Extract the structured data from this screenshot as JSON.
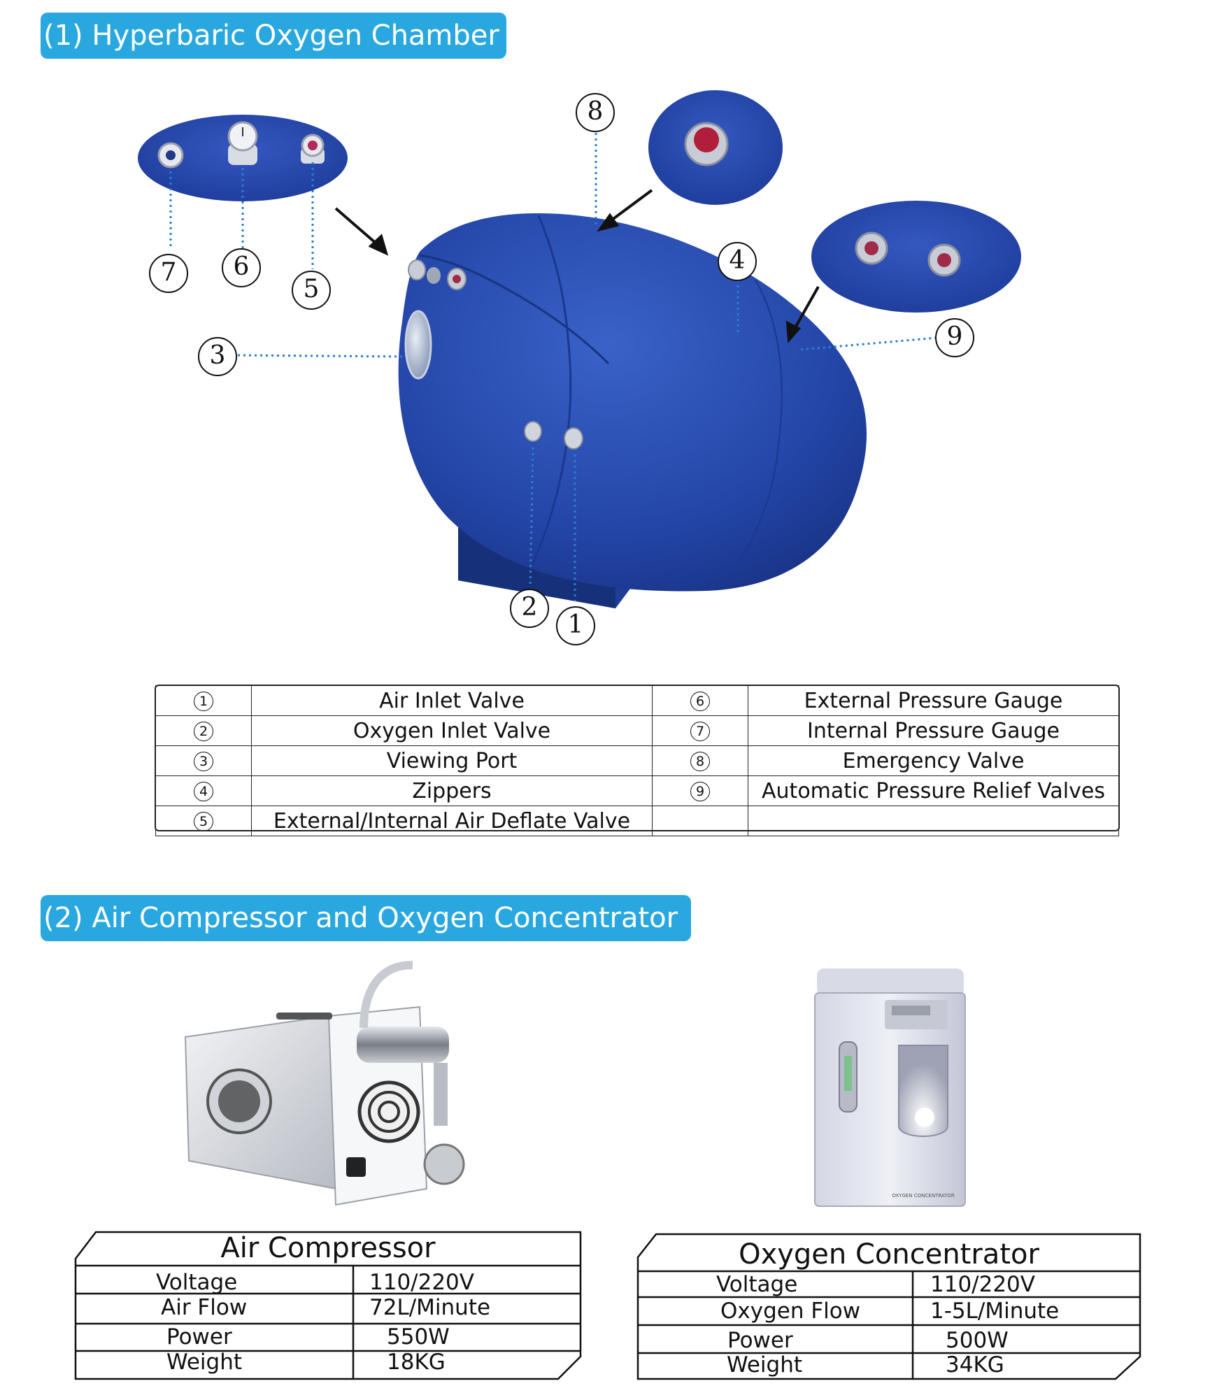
{
  "sections": {
    "chamber_title": "(1) Hyperbaric Oxygen Chamber",
    "equipment_title": "(2) Air Compressor and Oxygen Concentrator"
  },
  "callouts": {
    "c1": "1",
    "c2": "2",
    "c3": "3",
    "c4": "4",
    "c5": "5",
    "c6": "6",
    "c7": "7",
    "c8": "8",
    "c9": "9"
  },
  "legend": {
    "rows": [
      {
        "left_num": "1",
        "left_label": "Air Inlet Valve",
        "right_num": "6",
        "right_label": "External Pressure Gauge"
      },
      {
        "left_num": "2",
        "left_label": "Oxygen Inlet Valve",
        "right_num": "7",
        "right_label": "Internal Pressure Gauge"
      },
      {
        "left_num": "3",
        "left_label": "Viewing Port",
        "right_num": "8",
        "right_label": "Emergency Valve"
      },
      {
        "left_num": "4",
        "left_label": "Zippers",
        "right_num": "9",
        "right_label": "Automatic Pressure Relief Valves"
      },
      {
        "left_num": "5",
        "left_label": "External/Internal Air Deflate Valve",
        "right_num": "",
        "right_label": ""
      }
    ]
  },
  "air_compressor": {
    "title": "Air Compressor",
    "rows": [
      {
        "label": "Voltage",
        "value": "110/220V"
      },
      {
        "label": "Air Flow",
        "value": "72L/Minute"
      },
      {
        "label": "Power",
        "value": "550W"
      },
      {
        "label": "Weight",
        "value": "18KG"
      }
    ]
  },
  "oxygen_concentrator": {
    "title": "Oxygen Concentrator",
    "device_label": "OXYGEN CONCENTRATOR",
    "rows": [
      {
        "label": "Voltage",
        "value": "110/220V"
      },
      {
        "label": "Oxygen Flow",
        "value": "1-5L/Minute"
      },
      {
        "label": "Power",
        "value": "500W"
      },
      {
        "label": "Weight",
        "value": "34KG"
      }
    ]
  },
  "colors": {
    "banner": "#29a8e0",
    "chamber_blue": "#2446a8",
    "callout_line": "#2a7fd0"
  }
}
